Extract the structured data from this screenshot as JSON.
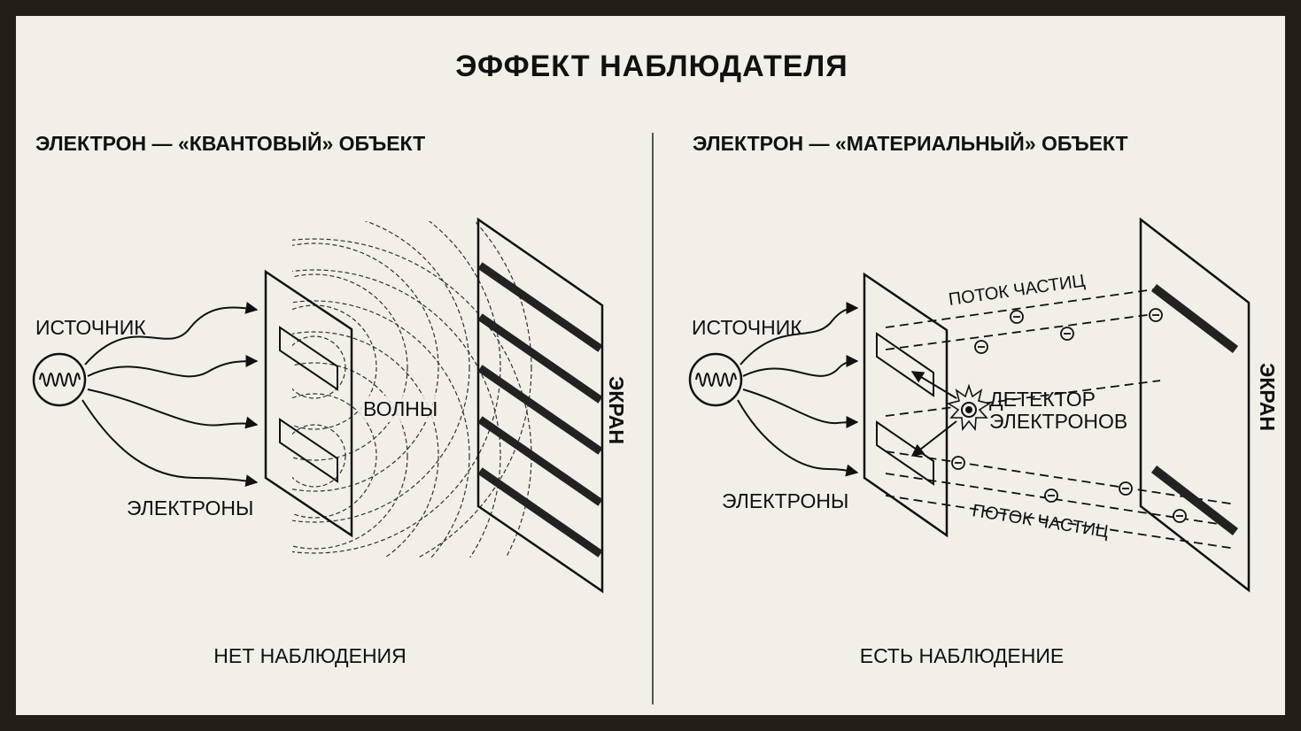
{
  "title": "ЭФФЕКТ НАБЛЮДАТЕЛЯ",
  "left": {
    "heading": "ЭЛЕКТРОН — «КВАНТОВЫЙ» ОБЪЕКТ",
    "source_label": "ИСТОЧНИК",
    "electrons_label": "ЭЛЕКТРОНЫ",
    "waves_label": "ВОЛНЫ",
    "screen_label": "ЭКРАН",
    "caption": "НЕТ НАБЛЮДЕНИЯ"
  },
  "right": {
    "heading": "ЭЛЕКТРОН — «МАТЕРИАЛЬНЫЙ» ОБЪЕКТ",
    "source_label": "ИСТОЧНИК",
    "electrons_label": "ЭЛЕКТРОНЫ",
    "stream_top_label": "ПОТОК ЧАСТИЦ",
    "stream_bottom_label": "ПОТОК ЧАСТИЦ",
    "detector_line1": "ДЕТЕКТОР",
    "detector_line2": "ЭЛЕКТРОНОВ",
    "screen_label": "ЭКРАН",
    "caption": "ЕСТЬ НАБЛЮДЕНИЕ"
  },
  "icons": [
    "wave-source-icon",
    "electron-icon",
    "detector-icon",
    "arrow-icon"
  ],
  "colors": {
    "paper": "#f2efe8",
    "frame": "#241e19",
    "ink": "#111111"
  }
}
